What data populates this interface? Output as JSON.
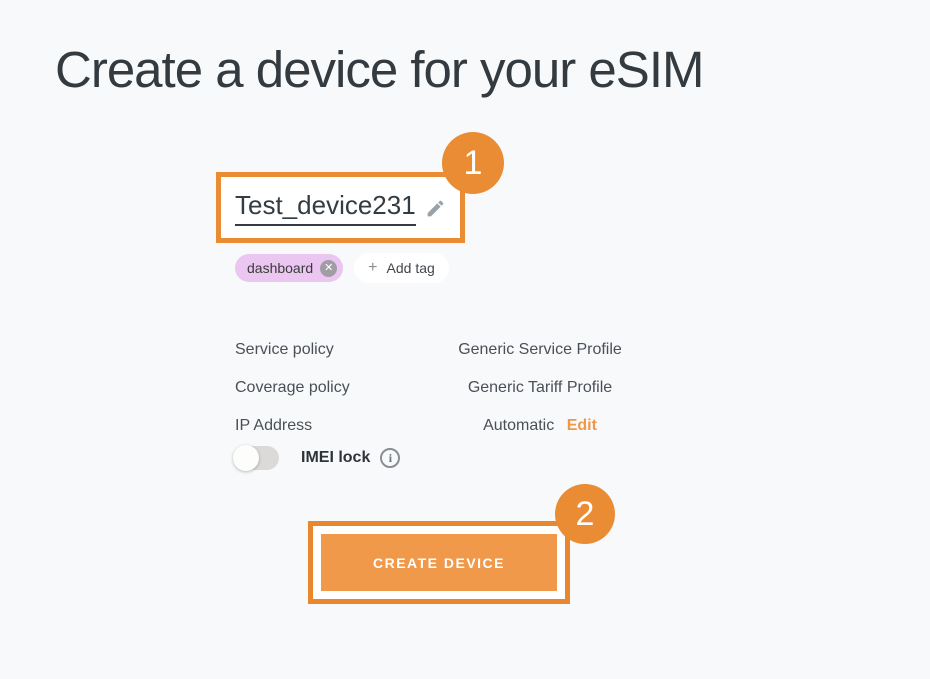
{
  "header": {
    "title": "Create a device for your eSIM"
  },
  "device": {
    "name": "Test_device231",
    "tags": [
      {
        "label": "dashboard",
        "remove_icon": "✕"
      }
    ],
    "add_tag": {
      "plus_icon": "+",
      "label": "Add tag"
    }
  },
  "details": {
    "rows": [
      {
        "label": "Service policy",
        "value": "Generic Service Profile"
      },
      {
        "label": "Coverage policy",
        "value": "Generic Tariff Profile"
      },
      {
        "label": "IP Address",
        "value": "Automatic",
        "action_label": "Edit"
      }
    ]
  },
  "imei_lock": {
    "label": "IMEI lock",
    "state": "off",
    "info_icon": "i"
  },
  "create_button": {
    "label": "CREATE DEVICE"
  },
  "annotations": {
    "step_1": "1",
    "step_2": "2"
  },
  "colors": {
    "background": "#F8F9FB",
    "annotation_orange": "#EA8C33",
    "button_orange": "#F0994B",
    "edit_link_orange": "#F0984A",
    "tag_purple": "#EAC6F0",
    "text_dark": "#333B41"
  }
}
